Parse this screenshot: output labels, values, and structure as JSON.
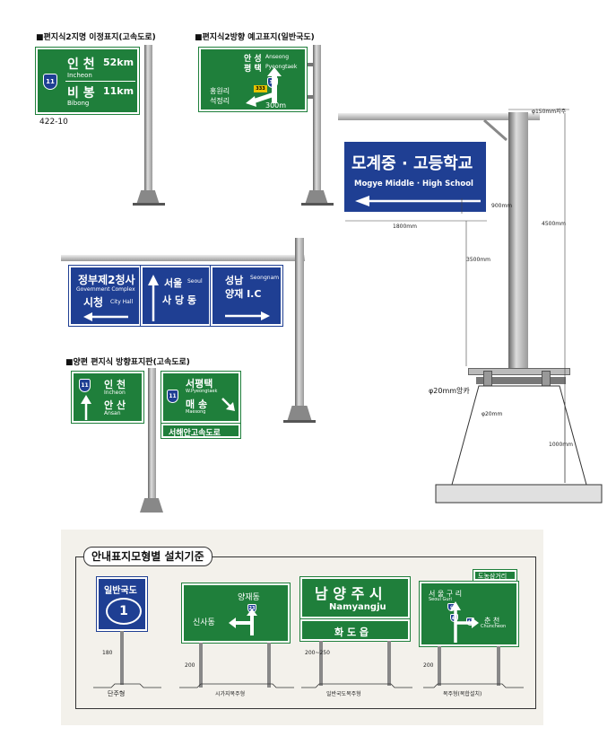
{
  "top_left_title": "■편지식2지명 이정표지(고속도로)",
  "top_left_sign": {
    "route": "11",
    "dest1_ko": "인 천",
    "dest1_dist": "52km",
    "dest1_en": "Incheon",
    "dest2_ko": "비 봉",
    "dest2_dist": "11km",
    "dest2_en": "Bibong"
  },
  "top_left_code": "422-10",
  "top_mid_title": "■편지식2방향 예고표지(일반국도)",
  "top_mid_sign": {
    "route1": "38",
    "route2": "333",
    "dest_a_ko": "안 성",
    "dest_a_en": "Anseong",
    "dest_b_ko": "평 택",
    "dest_b_en": "Pyeongtaek",
    "left1": "홍원리",
    "left2": "석정리",
    "dist": "300m"
  },
  "school_sign": {
    "title": "모계중 · 고등학교",
    "en": "Mogye Middle · High School"
  },
  "school_dims": {
    "pipe": "φ150mm지주",
    "total_h": "4500mm",
    "sign_h": "900mm",
    "width": "1800mm",
    "clear": "3500mm",
    "anchor": "φ20mm앙카",
    "anchor_small": "φ20mm",
    "found": "1000mm"
  },
  "overhead_sign": {
    "left_ko": "정부제2청사",
    "left_en": "Government Complex",
    "left_ko2": "시청",
    "left_en2": "City Hall",
    "mid_ko1": "서울",
    "mid_en1": "Seoul",
    "mid_ko2": "사 당 동",
    "right_ko1": "성남",
    "right_en1": "Seongnam",
    "right_ko2": "양재 I.C"
  },
  "bottom_mid_title": "■양편 편지식 방향표지판(고속도로)",
  "double_sign": {
    "route": "11",
    "l_ko1": "인 천",
    "l_en1": "Incheon",
    "l_ko2": "안 산",
    "l_en2": "Ansan",
    "r_ko1": "서평택",
    "r_en1": "W.Pyeongtaek",
    "r_ko2": "매 송",
    "r_en2": "Maesong",
    "sub": "서해안고속도로"
  },
  "standards": {
    "title": "안내표지모형별 설치기준",
    "s1": {
      "top": "일반국도",
      "num": "1",
      "h": "180",
      "cap": "단주형"
    },
    "s2": {
      "ko1": "양재동",
      "ko2": "신사동",
      "route": "23",
      "h": "200",
      "cap": "시가지복주형"
    },
    "s3": {
      "top_ko": "남 양 주 시",
      "top_en": "Namyangju",
      "bot": "화 도 읍",
      "h": "200~250",
      "cap": "일반국도복주형"
    },
    "s4": {
      "tag": "도농삼거리",
      "ko1": "서 울 구 리",
      "en1": "Seoul  Guri",
      "ko2": "춘 천",
      "en2": "Chuncheon",
      "r1": "6",
      "r2": "46",
      "r3": "43",
      "h": "200",
      "cap": "복주형(복합설치)"
    }
  },
  "colors": {
    "green": "#1f7f3b",
    "blue": "#1f3f93"
  }
}
